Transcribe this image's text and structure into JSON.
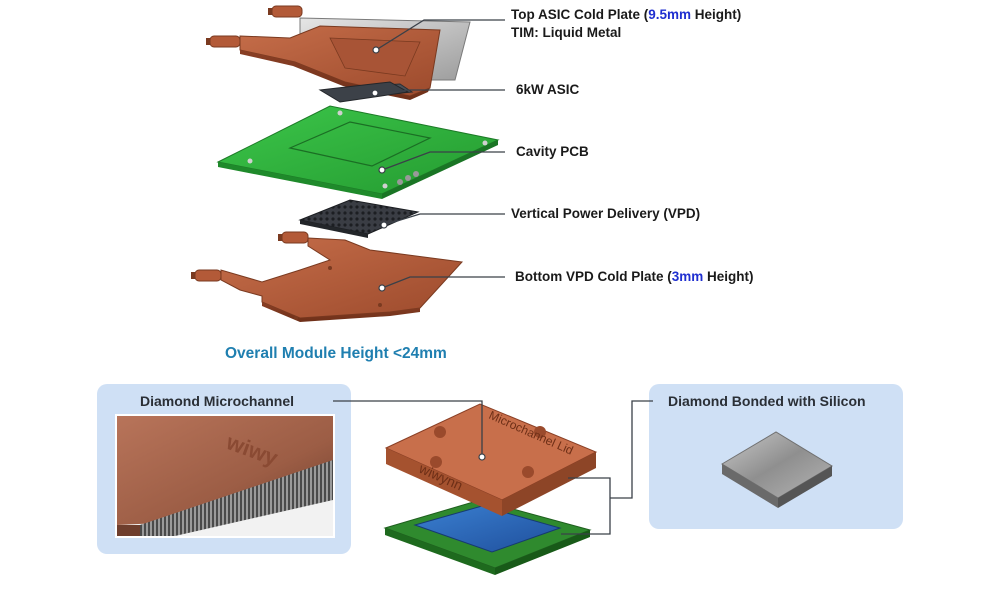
{
  "labels": {
    "top_plate_prefix": "Top ASIC Cold Plate (",
    "top_plate_height": "9.5mm",
    "top_plate_suffix": " Height)",
    "tim": "TIM: Liquid Metal",
    "asic": "6kW ASIC",
    "pcb": "Cavity PCB",
    "vpd": "Vertical Power Delivery (VPD)",
    "bottom_plate_prefix": "Bottom VPD Cold Plate (",
    "bottom_plate_height": "3mm",
    "bottom_plate_suffix": " Height)"
  },
  "overall_height": "Overall Module Height <24mm",
  "panels": {
    "microchannel_title": "Diamond Microchannel",
    "bonded_title": "Diamond Bonded with Silicon"
  },
  "lid_engraving": {
    "line1": "Microchannel Lid",
    "line2": "wiwynn"
  },
  "photo_engraving": "wiwy",
  "colors": {
    "copper": "#b45d3b",
    "pcb_green": "#2fae3a",
    "highlight": "#1f2fd0",
    "title_blue": "#1f7fb0",
    "panel_bg": "#cfe0f5"
  }
}
